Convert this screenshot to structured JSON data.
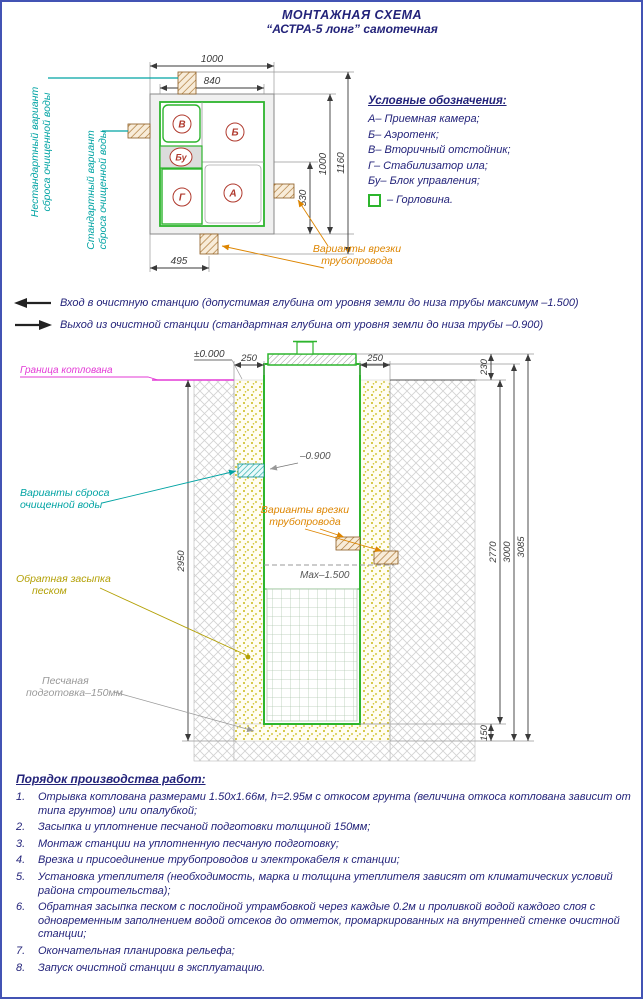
{
  "title": {
    "line1": "МОНТАЖНАЯ СХЕМА",
    "line2": "“АСТРА-5 лонг” самотечная"
  },
  "plan": {
    "dim_top_outer": "1000",
    "dim_top_inner": "840",
    "dim_right_inner": "530",
    "dim_right_mid": "1000",
    "dim_right_outer": "1160",
    "dim_bottom": "495",
    "compartments": {
      "a": "А",
      "b": "Б",
      "v": "В",
      "g": "Г",
      "bu": "Бу"
    },
    "label_nonstandard_1": "Нестандартный вариант",
    "label_nonstandard_2": "сброса очищенной воды",
    "label_standard_1": "Стандартный вариант",
    "label_standard_2": "сброса очищенной воды",
    "label_tapin_1": "Варианты врезки",
    "label_tapin_2": "трубопровода"
  },
  "legend": {
    "title": "Условные обозначения:",
    "items": [
      "А– Приемная камера;",
      "Б– Аэротенк;",
      "В– Вторичный отстойник;",
      "Г– Стабилизатор ила;",
      "Бу– Блок управления;"
    ],
    "neck_label": "– Горловина."
  },
  "flows": {
    "inlet": "Вход в очистную станцию (допустимая глубина от уровня земли до низа трубы максимум –1.500)",
    "outlet": "Выход из очистной станции (стандартная глубина от уровня земли до низа трубы –0.900)"
  },
  "section": {
    "level_zero": "±0.000",
    "dim_left_gap": "250",
    "dim_right_gap": "250",
    "dim_neck": "230",
    "dim_ground_to_bottom": "2770",
    "dim_tank": "3000",
    "dim_depth_total": "3085",
    "dim_pit_depth": "2950",
    "dim_sand_base": "150",
    "level_outlet": "–0.900",
    "level_max": "Max–1.500",
    "label_pit": "Граница котлована",
    "label_discharge_1": "Варианты сброса",
    "label_discharge_2": "очищенной воды",
    "label_tapin_1": "Варианты врезки",
    "label_tapin_2": "трубопровода",
    "label_backfill_1": "Обратная засыпка",
    "label_backfill_2": "песком",
    "label_sand_1": "Песчаная",
    "label_sand_2": "подготовка–150мм"
  },
  "work_order": {
    "title": "Порядок производства работ:",
    "numbers": [
      "1.",
      "2.",
      "3.",
      "4.",
      "5.",
      "6.",
      "7.",
      "8."
    ],
    "items": [
      "Отрывка котлована размерами 1.50x1.66м, h=2.95м с откосом грунта (величина откоса котлована зависит от типа грунтов) или опалубкой;",
      "Засыпка и уплотнение песчаной подготовки толщиной 150мм;",
      "Монтаж станции на уплотненную песчаную подготовку;",
      "Врезка и присоединение трубопроводов и электрокабеля к станции;",
      "Установка утеплителя (необходимость, марка и толщина утеплителя зависят от климатических условий района строительства);",
      "Обратная засыпка песком с послойной утрамбовкой через каждые 0.2м и проливкой водой каждого слоя с одновременным заполнением водой отсеков до отметок, промаркированных на внутренней стенке очистной станции;",
      "Окончательная планировка рельефа;",
      "Запуск очистной станции в эксплуатацию."
    ]
  }
}
